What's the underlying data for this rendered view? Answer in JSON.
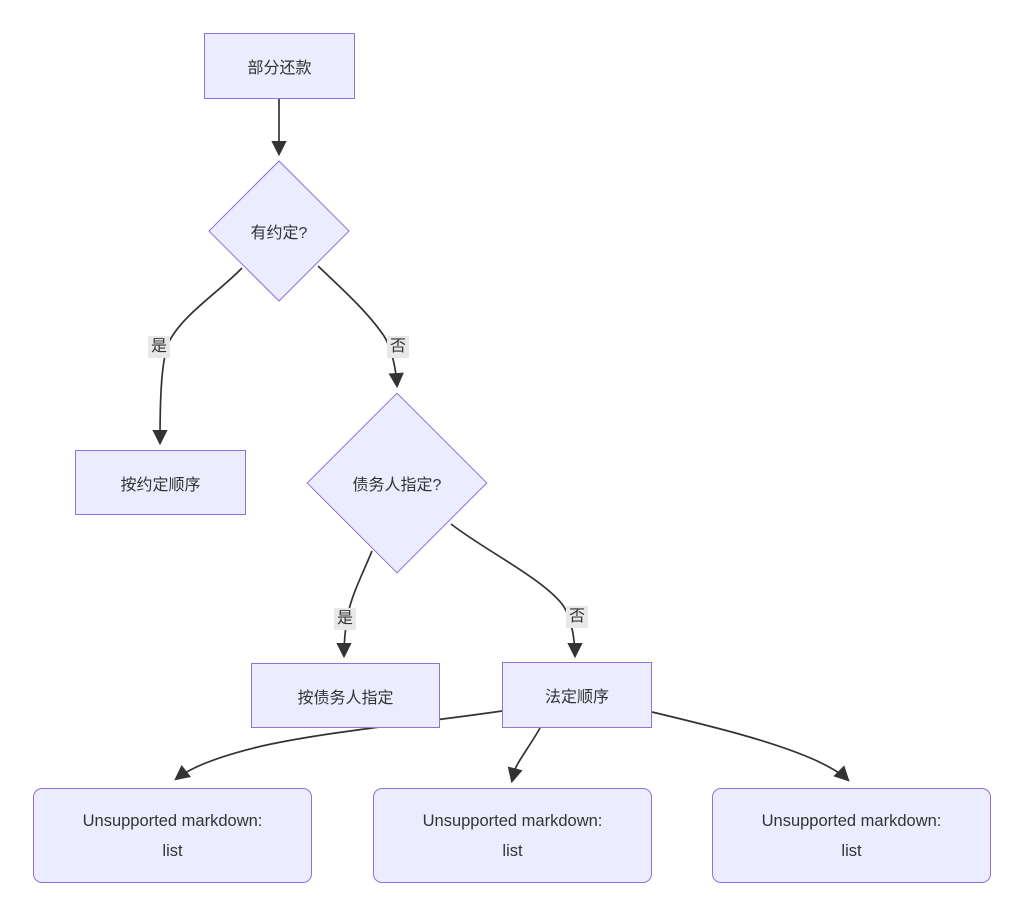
{
  "diagram": {
    "type": "flowchart",
    "colors": {
      "background": "#ffffff",
      "node_fill": "#ECECFF",
      "node_border": "#9370DB",
      "edge": "#333333",
      "edge_label_bg": "#e8e8e8",
      "text": "#333333"
    },
    "nodes": {
      "start": {
        "label": "部分还款"
      },
      "decision_agreement": {
        "label": "有约定?"
      },
      "agreed_order": {
        "label": "按约定顺序"
      },
      "decision_debtor": {
        "label": "债务人指定?"
      },
      "debtor_designated": {
        "label": "按债务人指定"
      },
      "legal_order": {
        "label": "法定顺序"
      },
      "list1": {
        "line1": "Unsupported markdown:",
        "line2": "list"
      },
      "list2": {
        "line1": "Unsupported markdown:",
        "line2": "list"
      },
      "list3": {
        "line1": "Unsupported markdown:",
        "line2": "list"
      }
    },
    "edge_labels": {
      "yes1": "是",
      "no1": "否",
      "yes2": "是",
      "no2": "否"
    }
  }
}
